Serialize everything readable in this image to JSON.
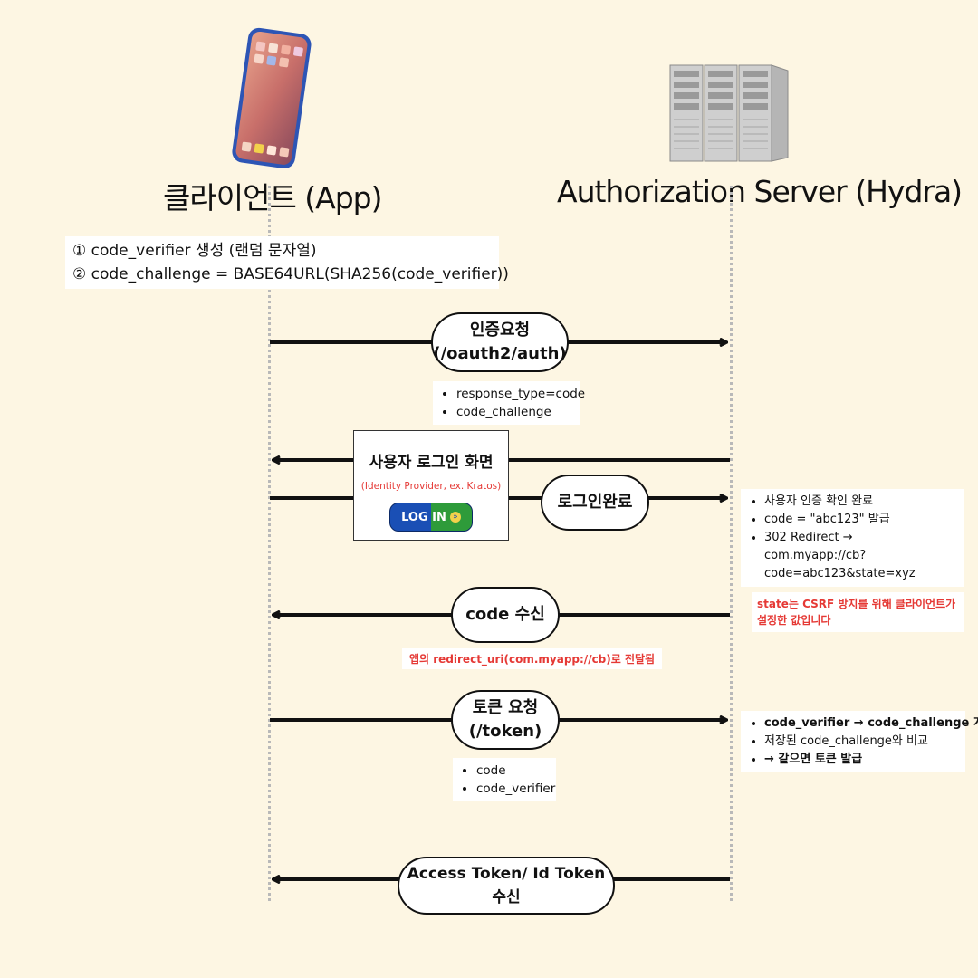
{
  "client": {
    "title": "클라이언트 (App)"
  },
  "server": {
    "title": "Authorization Server (Hydra)"
  },
  "pre_steps": [
    "① code_verifier 생성 (랜덤 문자열)",
    "② code_challenge = BASE64URL(SHA256(code_verifier))"
  ],
  "auth_request": {
    "label_line1": "인증요청",
    "label_line2": "(/oauth2/auth)",
    "params": [
      "response_type=code",
      "code_challenge"
    ]
  },
  "login_screen": {
    "title": "사용자 로그인 화면",
    "subtitle": "(Identity Provider, ex. Kratos)",
    "button": "LOG IN"
  },
  "login_complete": {
    "label": "로그인완료",
    "server_notes": [
      "사용자 인증 확인 완료",
      "code = \"abc123\" 발급",
      "302 Redirect →",
      "com.myapp://cb?",
      "code=abc123&state=xyz"
    ]
  },
  "code_receive": {
    "label": "code 수신",
    "state_note_line1": "state는 CSRF 방지를 위해 클라이언트가",
    "state_note_line2": "설정한 값입니다",
    "redirect_note": "앱의 redirect_uri(com.myapp://cb)로 전달됨"
  },
  "token_request": {
    "label_line1": "토큰 요청",
    "label_line2": "(/token)",
    "params": [
      "code",
      "code_verifier"
    ],
    "server_notes": [
      "code_verifier → code_challenge 계산",
      "저장된 code_challenge와 비교",
      "→ 같으면 토큰 발급"
    ]
  },
  "token_receive": {
    "label": "Access Token/ Id Token 수신"
  },
  "colors": {
    "background": "#fdf6e3",
    "arrow": "#111111",
    "warning": "#e53935",
    "login_blue": "#1a4fb5",
    "login_green": "#2e9b3a"
  },
  "icons": {
    "client": "smartphone-icon",
    "server": "server-rack-icon",
    "login": "login-button-icon"
  }
}
